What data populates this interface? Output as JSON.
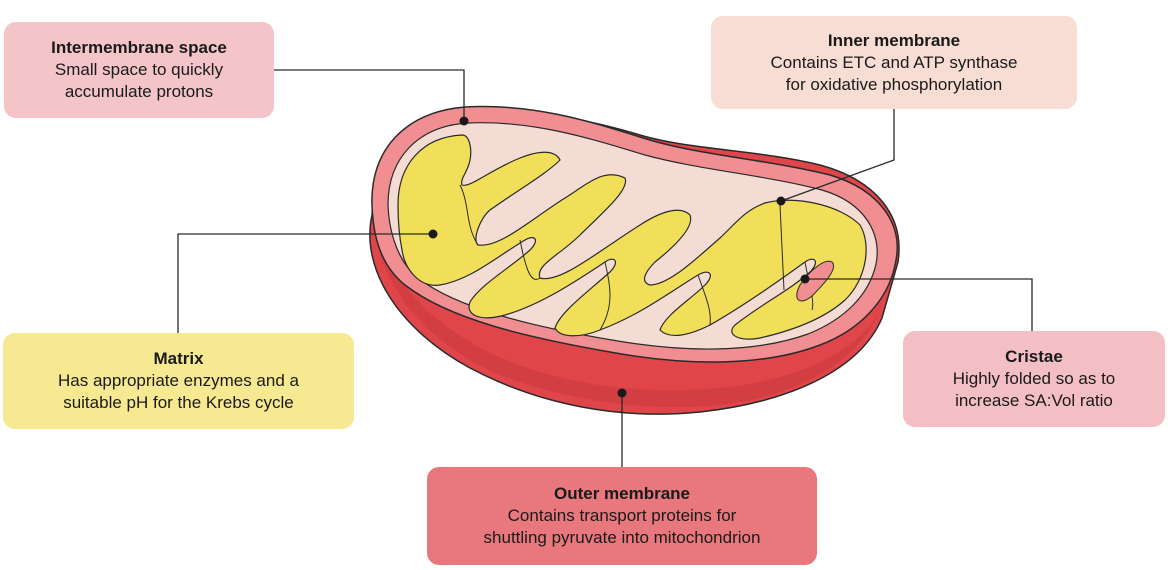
{
  "labels": {
    "intermembrane_space": {
      "title": "Intermembrane space",
      "description": "Small space to quickly\naccumulate protons"
    },
    "inner_membrane": {
      "title": "Inner membrane",
      "description": "Contains ETC and ATP synthase\nfor oxidative phosphorylation"
    },
    "matrix": {
      "title": "Matrix",
      "description": "Has appropriate enzymes and a\nsuitable pH for the Krebs cycle"
    },
    "cristae": {
      "title": "Cristae",
      "description": "Highly folded so as to\nincrease SA:Vol ratio"
    },
    "outer_membrane": {
      "title": "Outer membrane",
      "description": "Contains transport proteins for\nshuttling pyruvate into mitochondrion"
    }
  },
  "colors": {
    "outer_membrane": "#e0454a",
    "outer_membrane_dark": "#c93a3f",
    "intermembrane_pink": "#f08e92",
    "inner_membrane": "#f4dcd4",
    "matrix": "#f1df5a",
    "outline": "#2a2a2a"
  }
}
